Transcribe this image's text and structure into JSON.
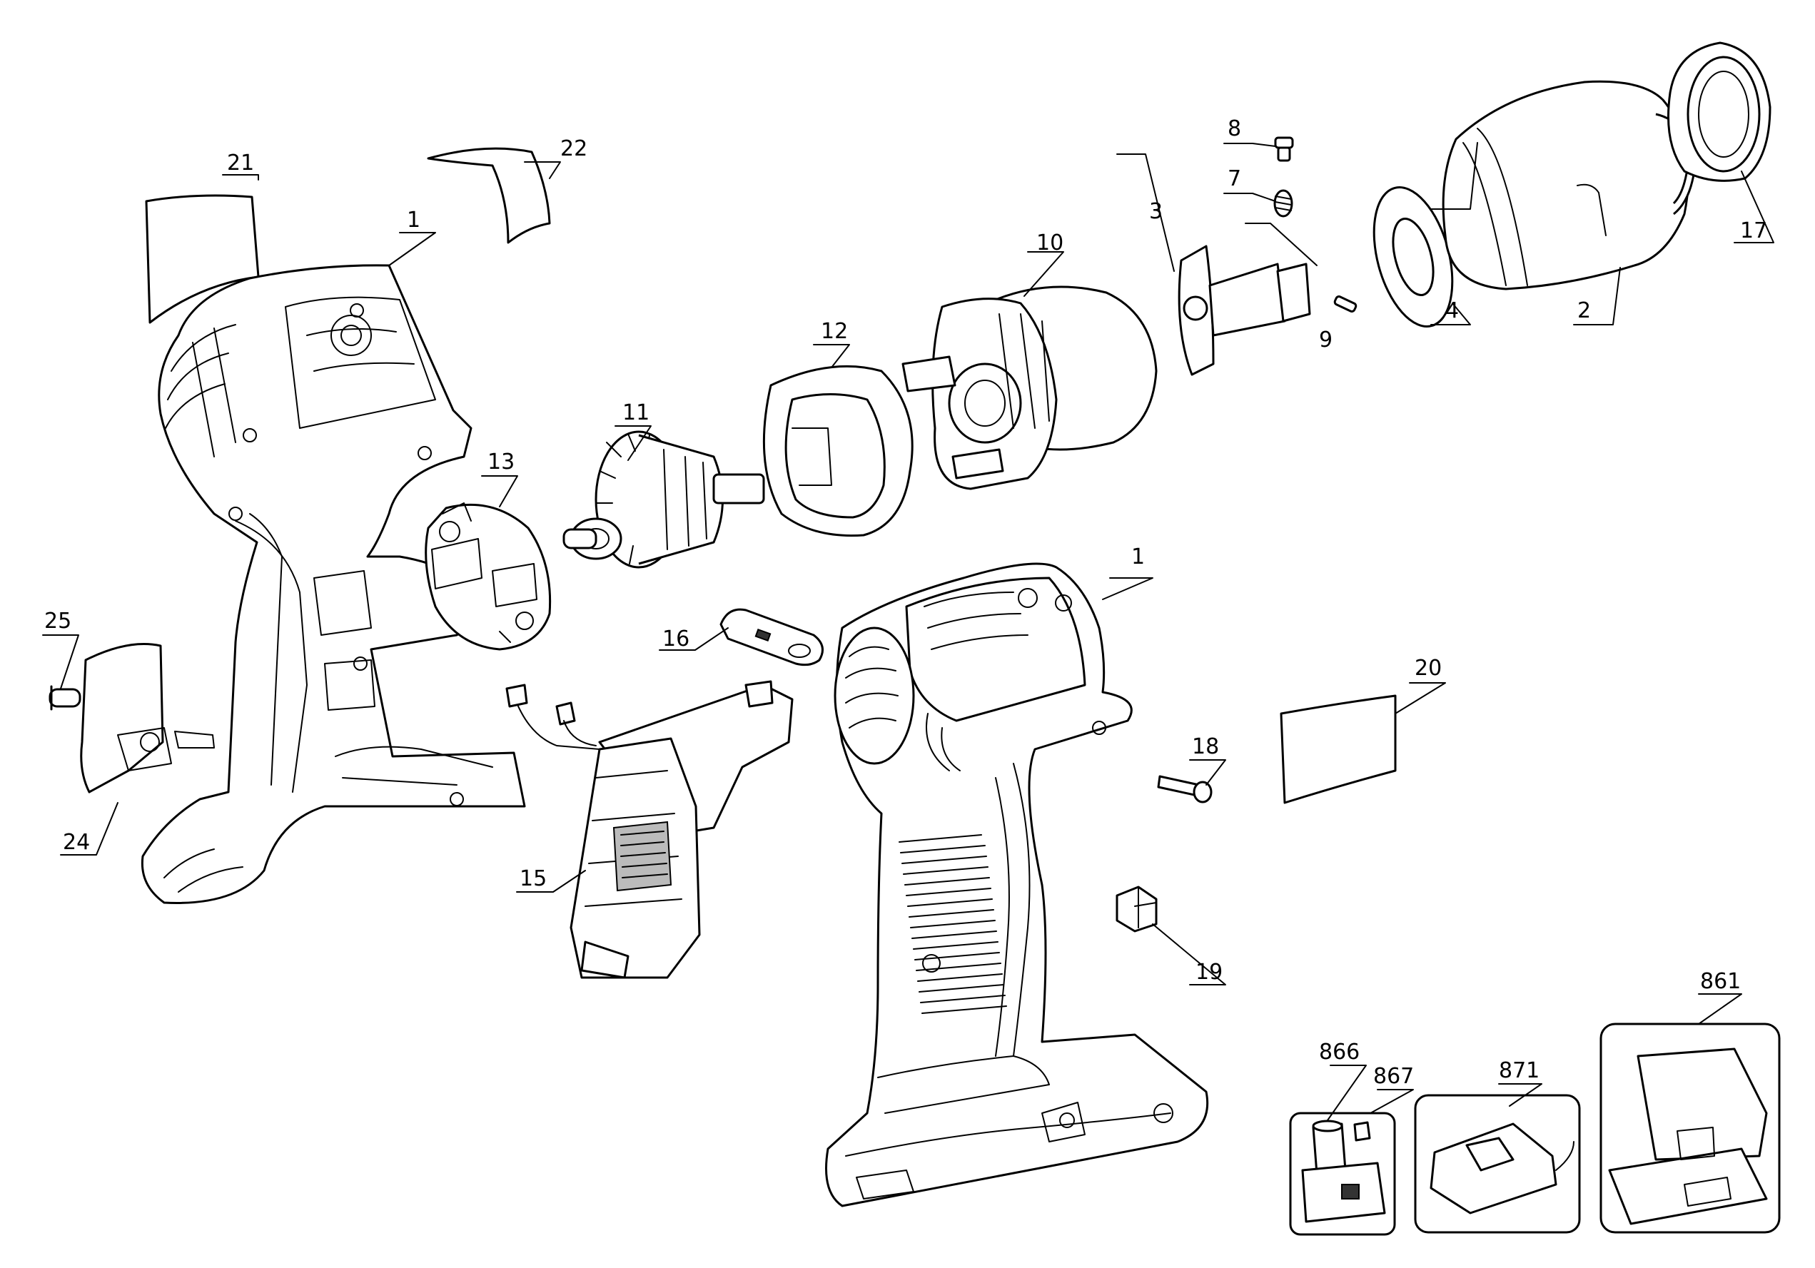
{
  "callouts": {
    "c1a": "1",
    "c1b": "1",
    "c2": "2",
    "c3": "3",
    "c4": "4",
    "c7": "7",
    "c8": "8",
    "c9": "9",
    "c10": "10",
    "c11": "11",
    "c12": "12",
    "c13": "13",
    "c15": "15",
    "c16": "16",
    "c17": "17",
    "c18": "18",
    "c19": "19",
    "c20": "20",
    "c21": "21",
    "c22": "22",
    "c24": "24",
    "c25": "25",
    "c861": "861",
    "c866": "866",
    "c867": "867",
    "c871": "871"
  }
}
